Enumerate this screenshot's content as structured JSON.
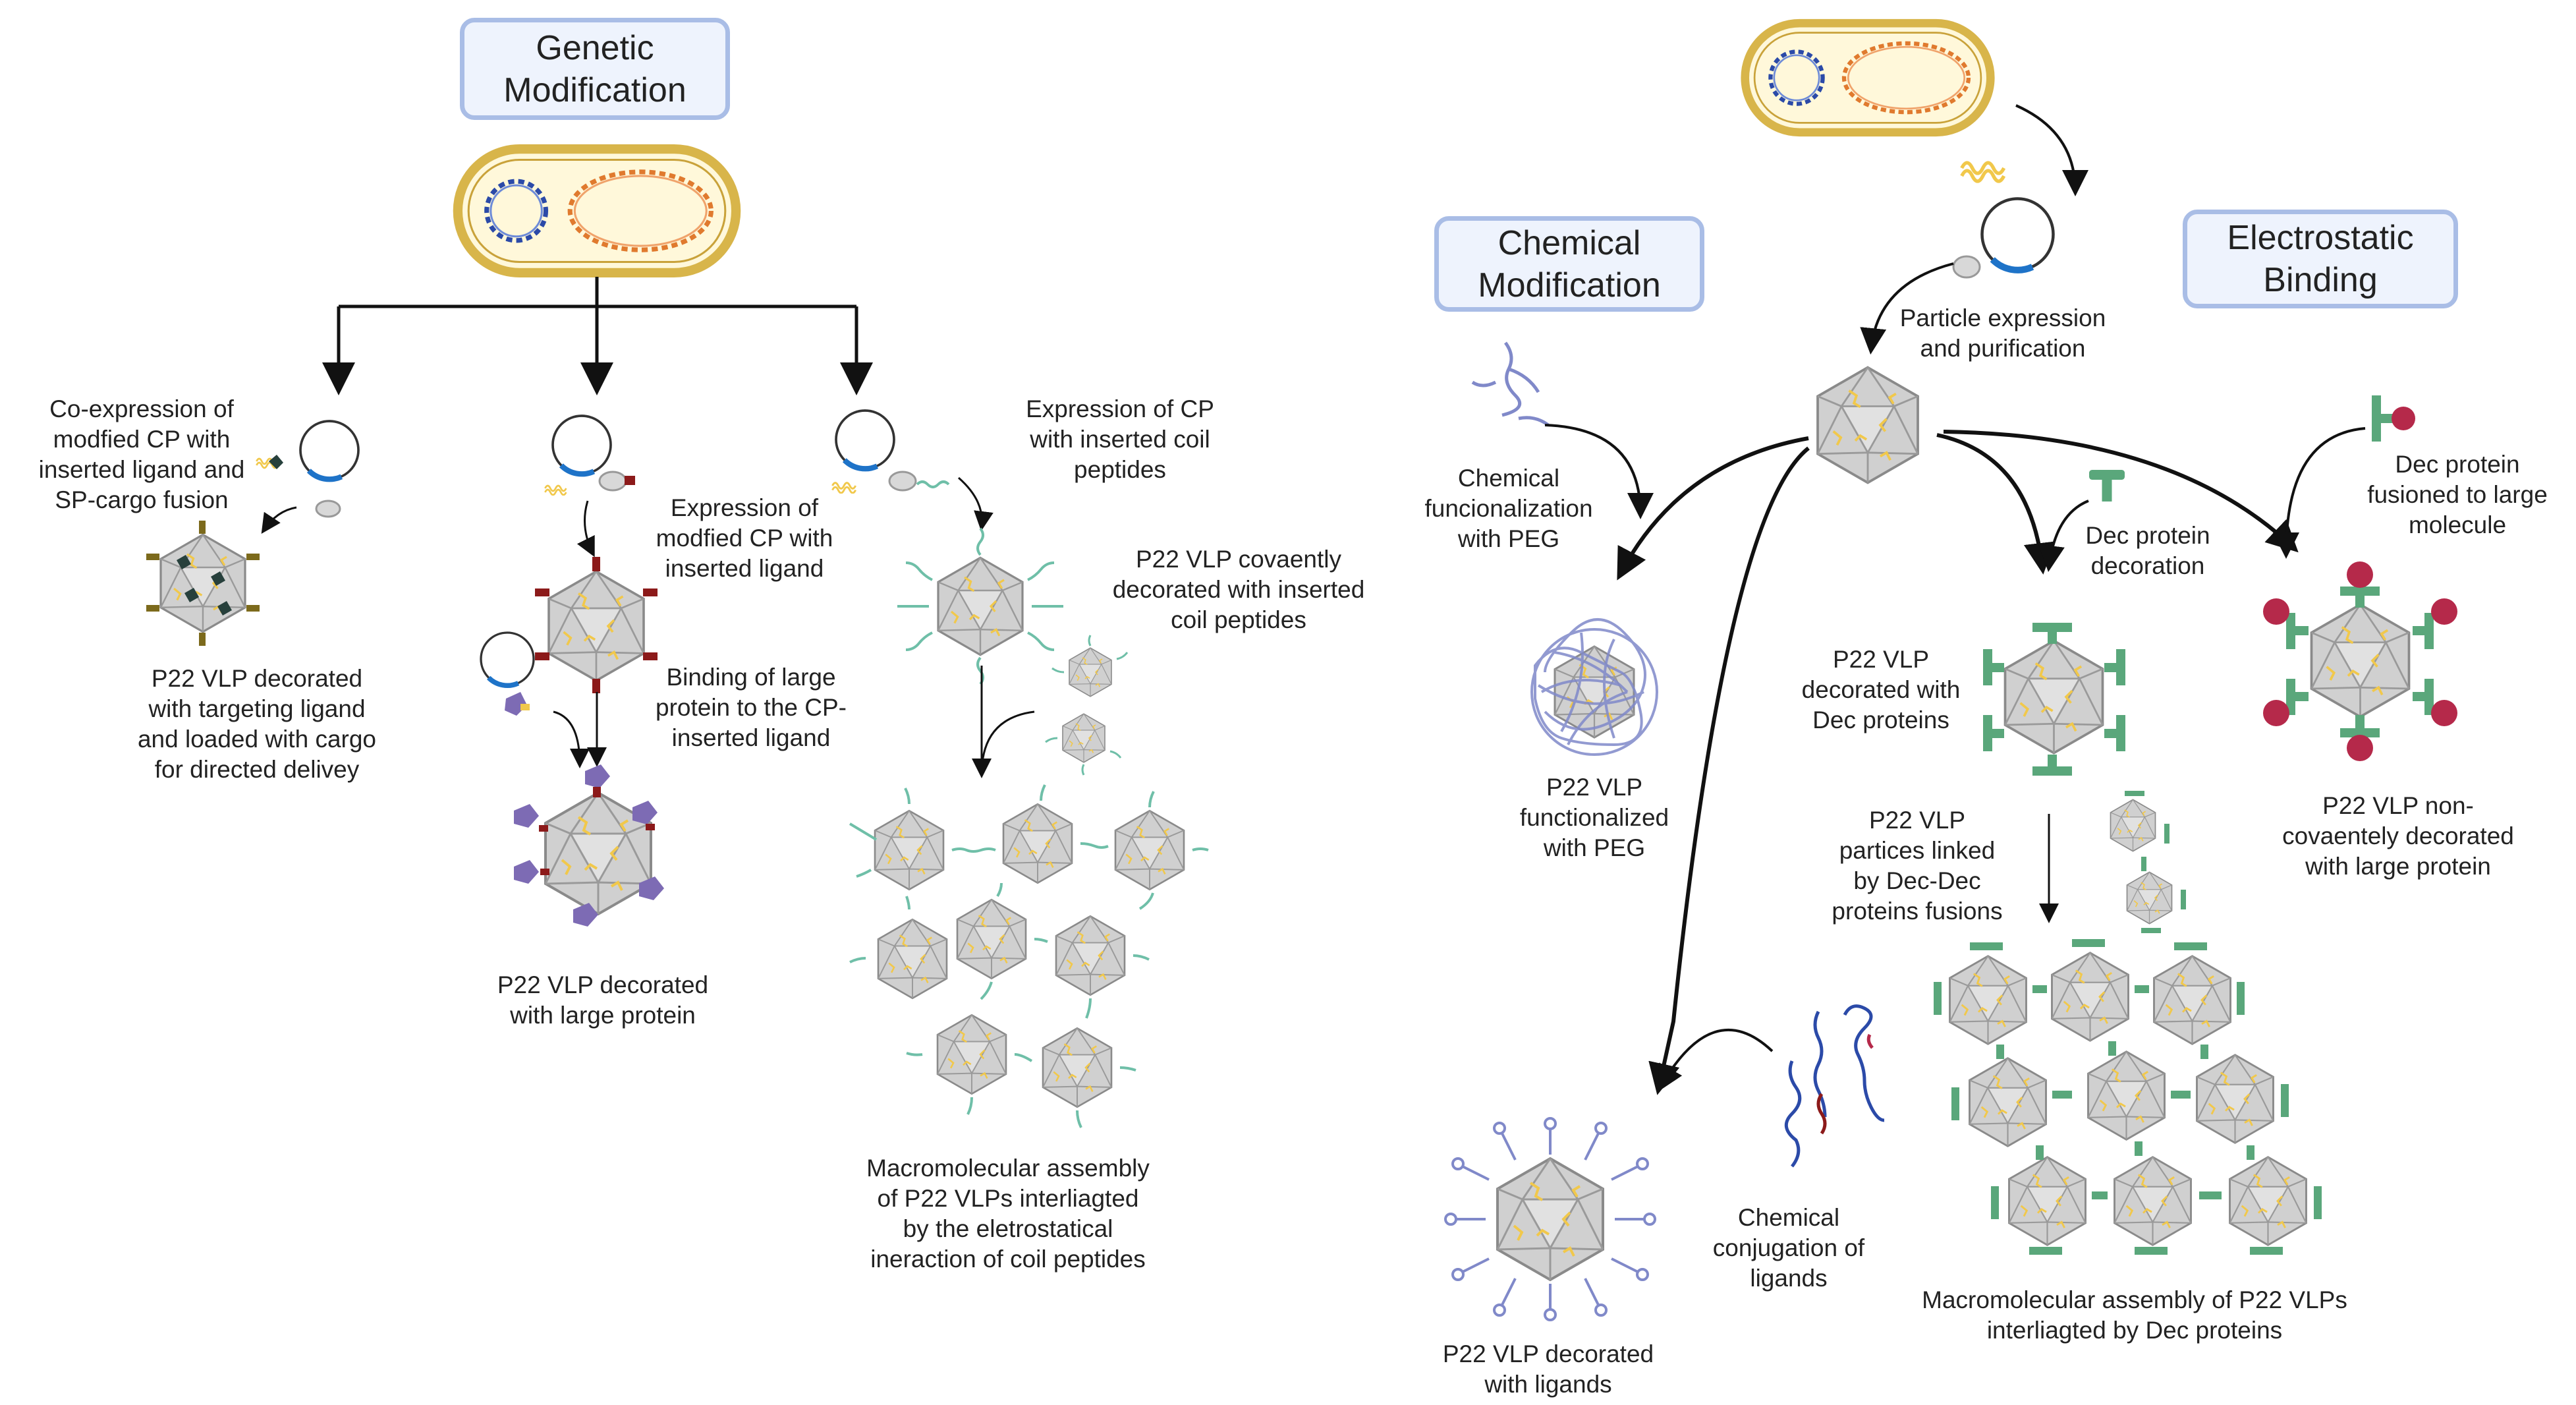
{
  "headers": {
    "genetic": "Genetic\nModification",
    "chemical": "Chemical\nModification",
    "electrostatic": "Electrostatic\nBinding"
  },
  "labels": {
    "coexpression": "Co-expression of\nmodfied CP with\ninserted ligand and\nSP-cargo fusion",
    "decorated_targeting": "P22 VLP decorated\nwith targeting ligand\nand loaded with cargo\nfor directed delivey",
    "expression_ligand": "Expression of\nmodfied CP with\ninserted ligand",
    "binding_large": "Binding of large\nprotein to the CP-\ninserted ligand",
    "decorated_large": "P22 VLP decorated\nwith large protein",
    "expression_coil": "Expression of CP\nwith inserted coil\npeptides",
    "covalent_coil": "P22 VLP covaently\ndecorated with inserted\ncoil peptides",
    "assembly_coil": "Macromolecular assembly\nof P22 VLPs interliagted\nby the eletrostatical\nineraction of coil peptides",
    "particle_expression": "Particle expression\nand purification",
    "chem_peg": "Chemical\nfuncionalization\nwith PEG",
    "peg_functionalized": "P22 VLP\nfunctionalized\nwith PEG",
    "chem_conjugation": "Chemical\nconjugation of\nligands",
    "decorated_ligands": "P22 VLP decorated\nwith ligands",
    "dec_decoration": "Dec protein\ndecoration",
    "decorated_dec": "P22 VLP\ndecorated with\nDec proteins",
    "linked_dec": "P22 VLP\npartices linked\nby Dec-Dec\nproteins fusions",
    "assembly_dec": "Macromolecular assembly of P22 VLPs\ninterliagted by Dec proteins",
    "dec_fusion": "Dec  protein\nfusioned to large\nmolecule",
    "noncovalent_large": "P22 VLP non-\ncovaentely decorated\nwith large protein"
  },
  "colors": {
    "header_border": "#a9bde6",
    "header_fill": "#eef3fd",
    "cell_border": "#d8b54a",
    "cell_fill": "#fff8da",
    "capsid": "#c9c9c9",
    "dna_blue": "#2b4aa8",
    "dna_orange": "#e07a2e",
    "plasmid": "#1e73c8",
    "ligand_dark": "#27403c",
    "ligand_olive": "#7c6a1c",
    "large_protein": "#7d6bb4",
    "red_ligand": "#8c1a1a",
    "coil": "#6fbfa8",
    "dec_green": "#5aa77b",
    "dec_fusion": "#b5294a",
    "peg": "#8089c9",
    "arrow": "#111111"
  }
}
